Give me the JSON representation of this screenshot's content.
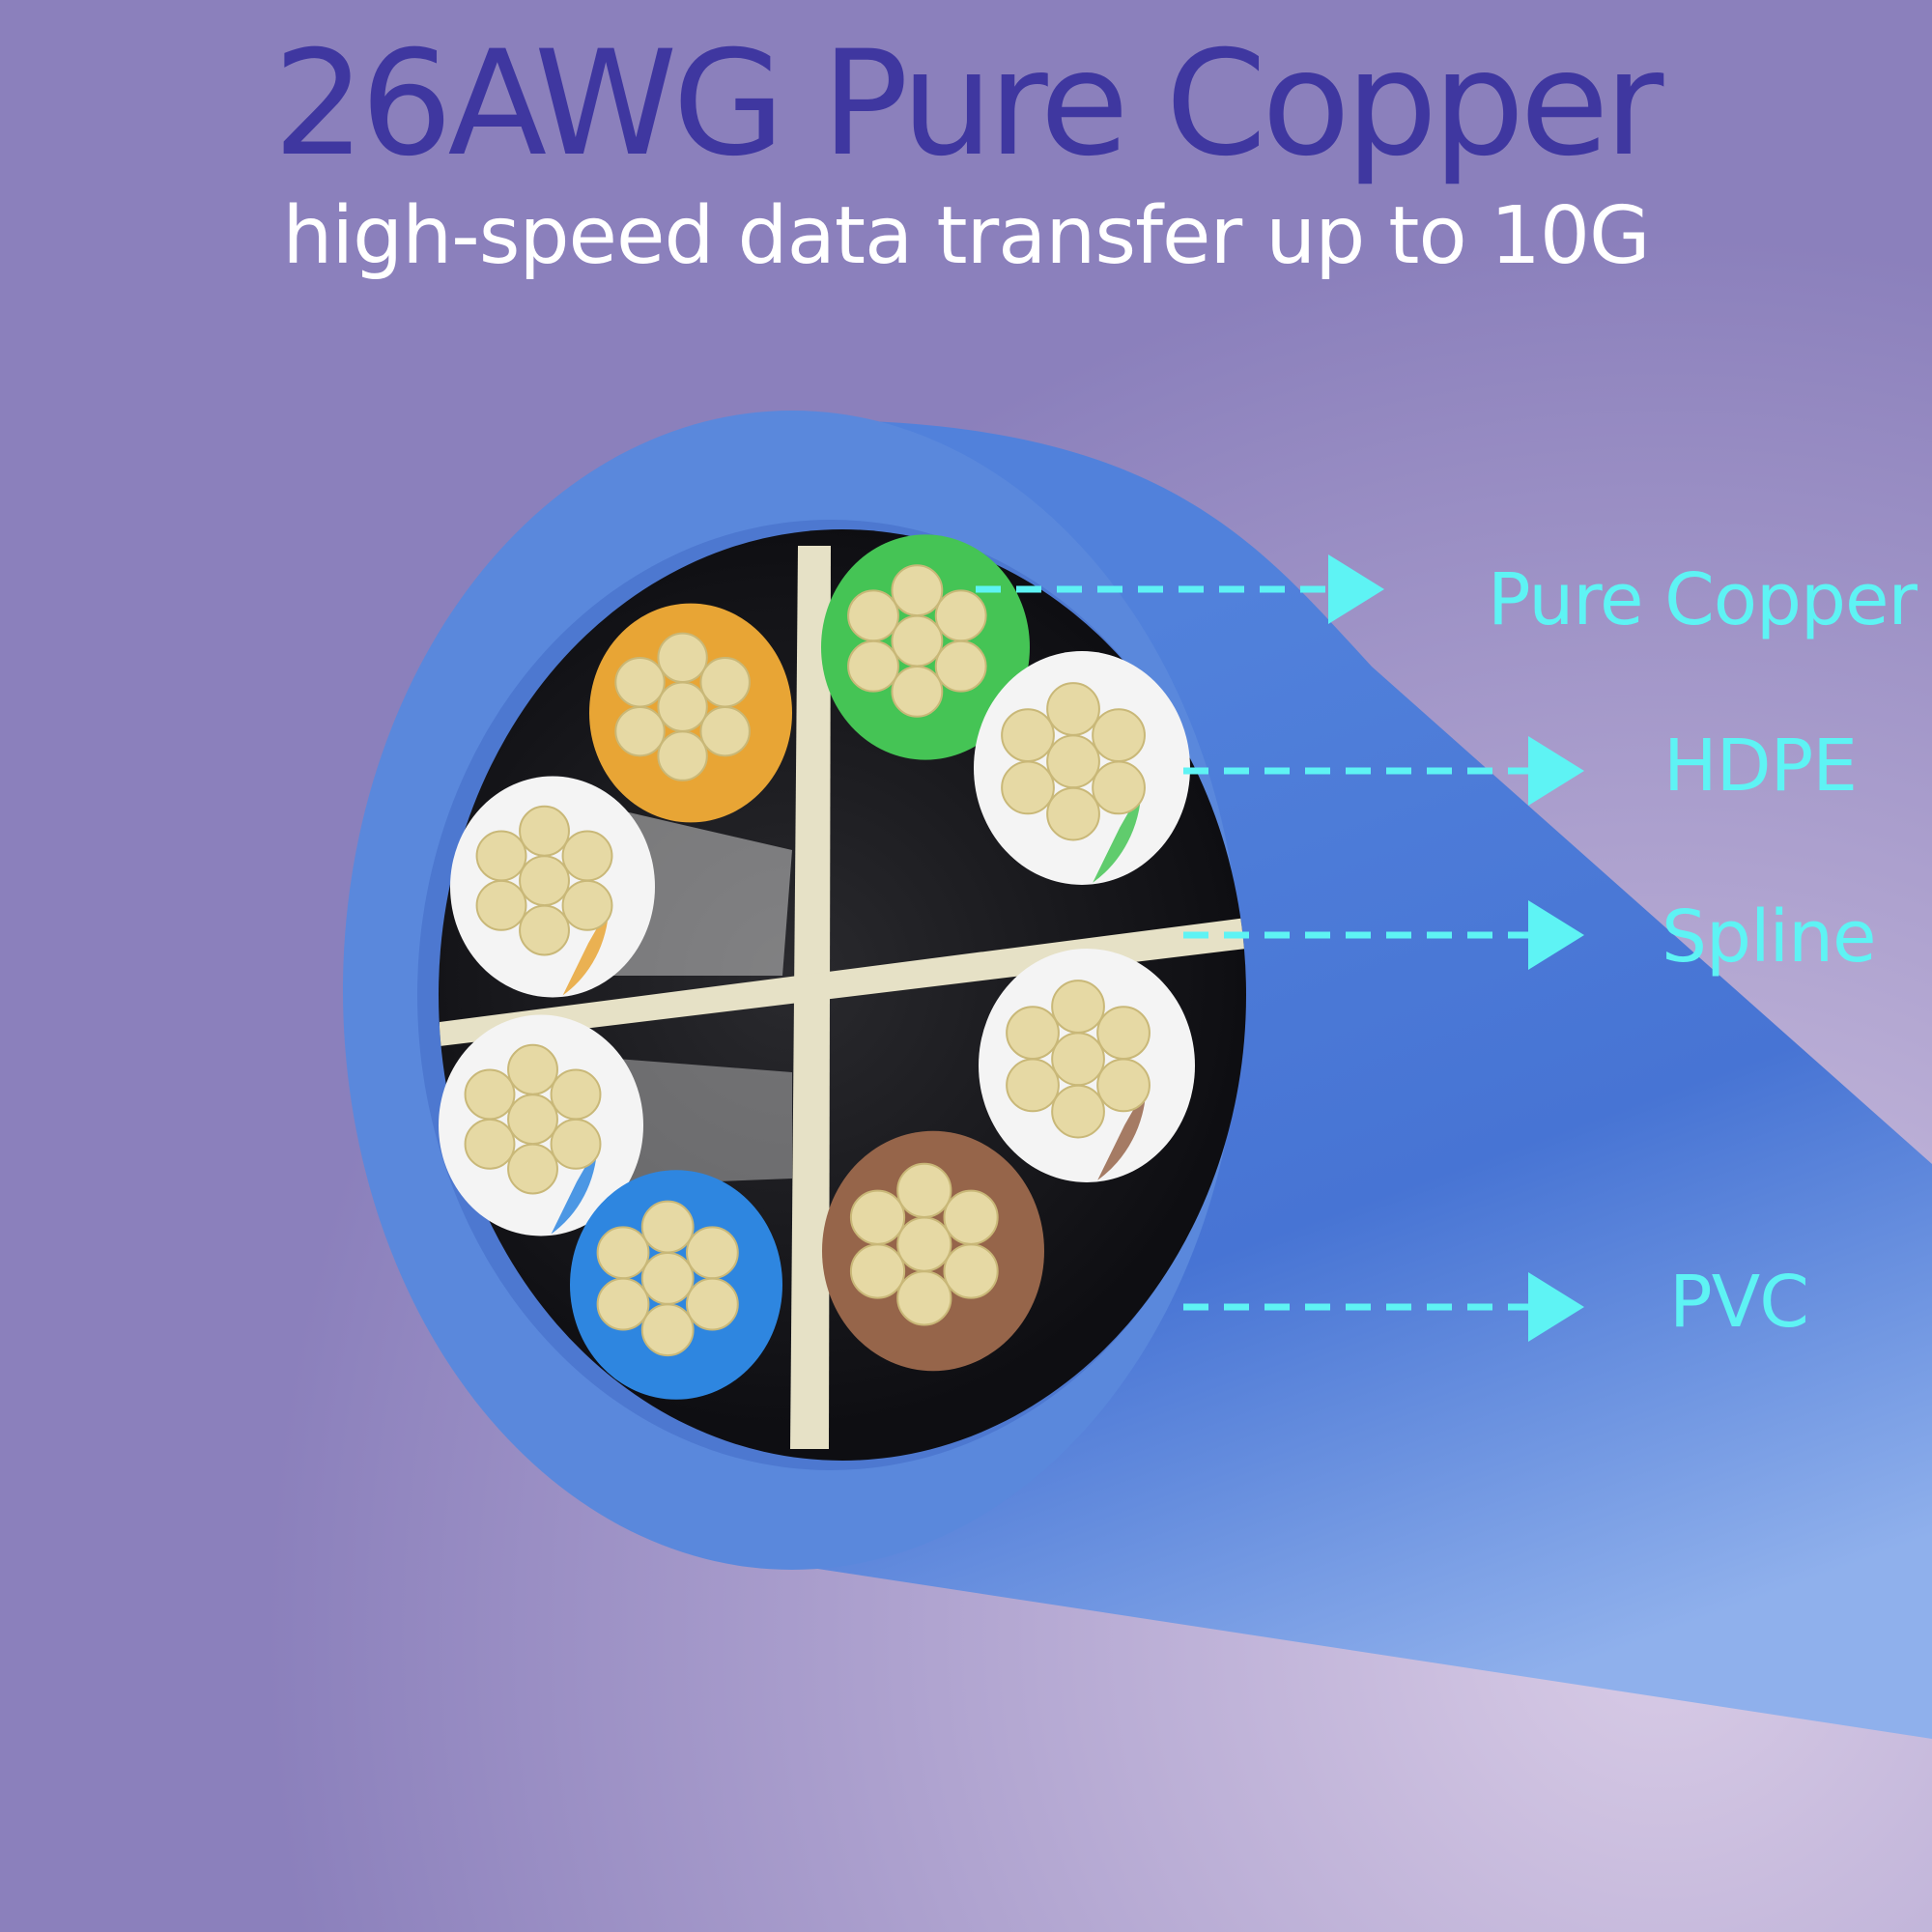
{
  "header": {
    "title": "26AWG Pure Copper",
    "subtitle": "high-speed data transfer up to 10G"
  },
  "callouts": [
    {
      "id": "pure-copper",
      "label": "Pure Copper"
    },
    {
      "id": "hdpe",
      "label": "HDPE"
    },
    {
      "id": "spline",
      "label": "Spline"
    },
    {
      "id": "pvc",
      "label": "PVC"
    }
  ],
  "colors": {
    "background": "#8b80bc",
    "background_glow": "#d8cbe6",
    "title": "#3f37a0",
    "subtitle": "#ffffff",
    "callout": "#5ef3f4",
    "jacket": "#5a88dc",
    "spline": "#e6e1c6",
    "copper": "#e6d9a4",
    "wire_orange": "#e8a535",
    "wire_green": "#45c455",
    "wire_blue": "#2e86e0",
    "wire_brown": "#96654a",
    "wire_white": "#f4f4f4"
  }
}
